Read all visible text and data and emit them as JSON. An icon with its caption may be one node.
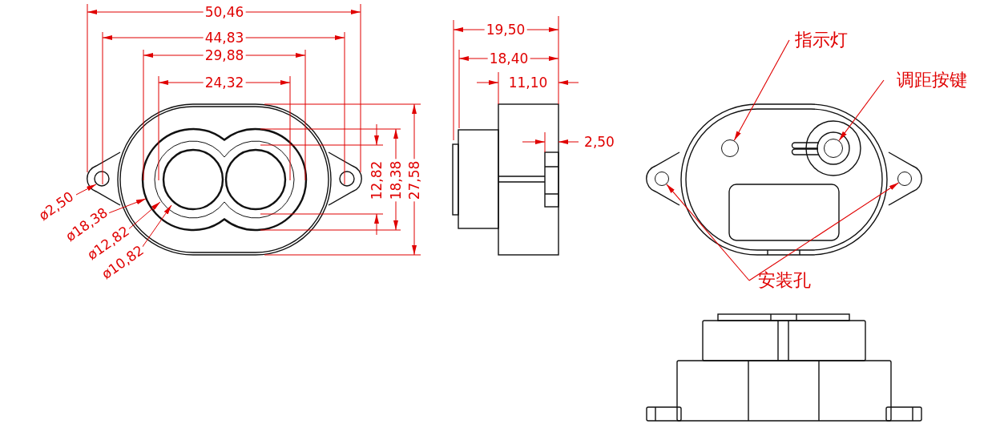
{
  "diagram": {
    "nodes": [
      {
        "text": [
          "指示灯"
        ]
      },
      {
        "text": [],
        "shape": "circle"
      },
      {
        "text": [
          "调距按键"
        ]
      },
      {
        "text": [],
        "shape": "circle"
      },
      {
        "text": [
          "安装孔"
        ]
      },
      {
        "text": [],
        "shape": "circle"
      },
      {
        "text": [],
        "shape": "circle"
      }
    ],
    "edges": [
      {
        "from": 0,
        "to": 1,
        "arrow": "to"
      },
      {
        "from": 2,
        "to": 3,
        "arrow": "to"
      },
      {
        "from": 4,
        "to": 5,
        "arrow": "to"
      },
      {
        "from": 4,
        "to": 6,
        "arrow": "to"
      }
    ],
    "labels": [
      "50,46",
      "44,83",
      "29,88",
      "24,32",
      "12,82",
      "18,38",
      "27,58",
      "ø2,50",
      "ø18,38",
      "ø12,82",
      "ø10,82",
      "19,50",
      "18,40",
      "11,10",
      "2,50"
    ]
  }
}
